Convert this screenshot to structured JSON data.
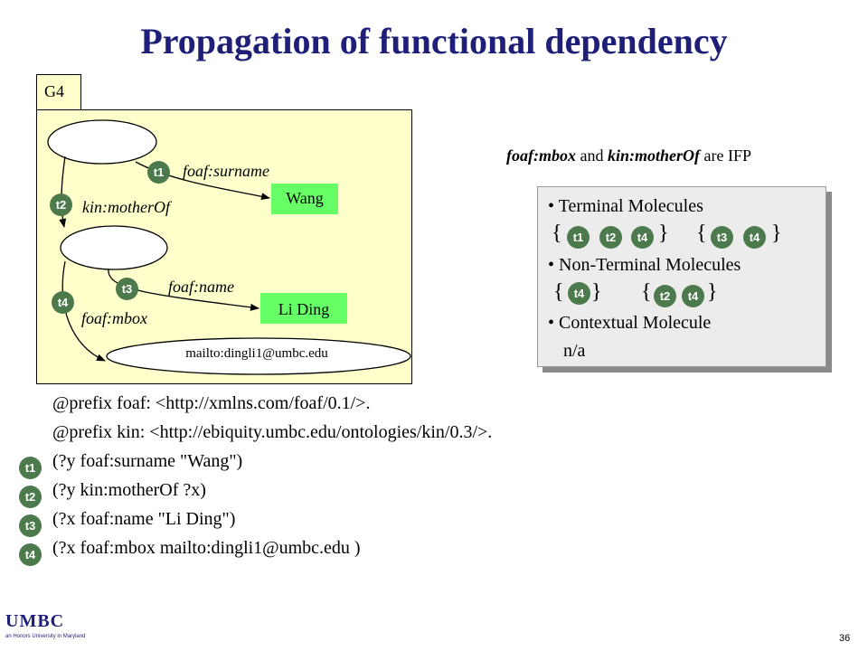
{
  "slide": {
    "title": "Propagation of functional dependency",
    "page_number": "36"
  },
  "graph": {
    "tab_label": "G4",
    "literals": {
      "wang": "Wang",
      "li_ding": "Li Ding"
    },
    "mbox_node": "mailto:dingli1@umbc.edu",
    "edges": {
      "surname": "foaf:surname",
      "mother_of": "kin:motherOf",
      "name": "foaf:name",
      "mbox": "foaf:mbox"
    },
    "badges": {
      "t1": "t1",
      "t2": "t2",
      "t3": "t3",
      "t4": "t4"
    }
  },
  "ifp_note": {
    "prop1": "foaf:mbox",
    "middle": " and ",
    "prop2": "kin:motherOf",
    "suffix": " are IFP"
  },
  "molecules": {
    "terminal": {
      "heading": "Terminal Molecules"
    },
    "non_terminal": {
      "heading": "Non-Terminal Molecules"
    },
    "contextual": {
      "heading": "Contextual Molecule",
      "value": "n/a"
    },
    "badges": {
      "t1": "t1",
      "t2": "t2",
      "t3": "t3",
      "t4": "t4"
    },
    "brace_open": "{",
    "brace_close": "}"
  },
  "code": {
    "prefix_foaf": "@prefix foaf: <http://xmlns.com/foaf/0.1/>.",
    "prefix_kin": "@prefix kin: <http://ebiquity.umbc.edu/ontologies/kin/0.3/>.",
    "triples": [
      {
        "badge": "t1",
        "text": "(?y foaf:surname \"Wang\")"
      },
      {
        "badge": "t2",
        "text": "(?y kin:motherOf ?x)"
      },
      {
        "badge": "t3",
        "text": "(?x foaf:name \"Li Ding\")"
      },
      {
        "badge": "t4",
        "text": "(?x foaf:mbox mailto:dingli1@umbc.edu )"
      }
    ]
  },
  "footer": {
    "logo": "UMBC",
    "tagline": "an Honors University in Maryland"
  },
  "colors": {
    "title": "#1f1f7a",
    "graph_bg": "#ffffcc",
    "literal_bg": "#66ff66",
    "badge": "#4d7a4d",
    "molecule_box": "#ececec"
  }
}
